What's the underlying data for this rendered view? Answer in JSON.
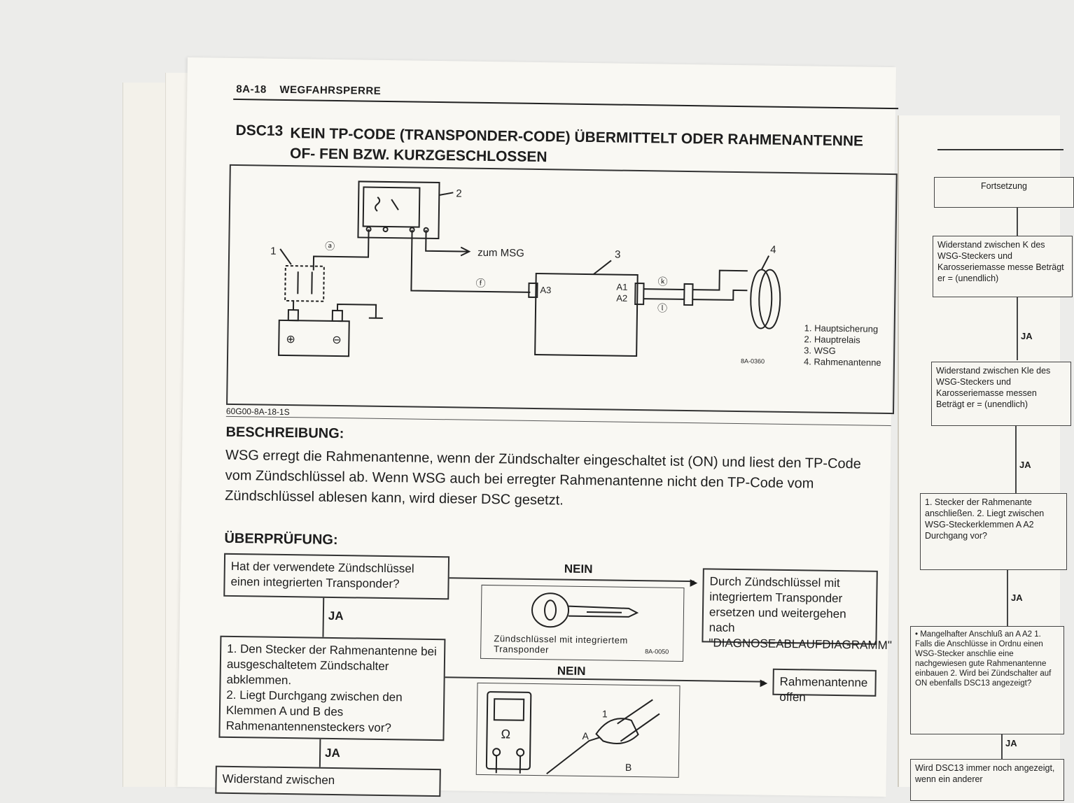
{
  "header": {
    "page_number": "8A-18",
    "section": "WEGFAHRSPERRE"
  },
  "title": {
    "code": "DSC13",
    "text": "KEIN TP-CODE (TRANSPONDER-CODE) ÜBERMITTELT ODER RAHMENANTENNE OF- FEN BZW. KURZGESCHLOSSEN"
  },
  "diagram": {
    "callouts": [
      "1",
      "2",
      "3",
      "4"
    ],
    "to_msg": "zum MSG",
    "terminals": {
      "a3": "A3",
      "a1": "A1",
      "a2": "A2"
    },
    "wire_labels": [
      "ⓐ",
      "ⓕ",
      "ⓚ",
      "ⓛ"
    ],
    "legend": [
      "1. Hauptsicherung",
      "2. Hauptrelais",
      "3. WSG",
      "4. Rahmenantenne"
    ],
    "code": "8A-0360",
    "figure_id": "60G00-8A-18-1S"
  },
  "description": {
    "heading": "BESCHREIBUNG:",
    "text": "WSG erregt die Rahmenantenne, wenn der Zündschalter eingeschaltet ist (ON) und liest den TP-Code vom Zündschlüssel ab. Wenn WSG auch bei erregter Rahmenantenne nicht den TP-Code vom Zündschlüssel ablesen kann, wird dieser DSC gesetzt."
  },
  "inspection": {
    "heading": "ÜBERPRÜFUNG:",
    "q1": "Hat der verwendete Zündschlüssel einen integrierten Transponder?",
    "no1": "NEIN",
    "yes1": "JA",
    "action1": "Durch Zündschlüssel mit integriertem Transponder ersetzen und weitergehen nach \"DIAGNOSEABLAUFDIAGRAMM\"",
    "key_caption": "Zündschlüssel mit integriertem Transponder",
    "key_code": "8A-0050",
    "q2_items": [
      "1. Den Stecker der Rahmenantenne bei ausgeschaltetem Zündschalter abklemmen.",
      "2. Liegt Durchgang zwischen den Klemmen A und B des Rahmenantennensteckers vor?"
    ],
    "no2": "NEIN",
    "yes2": "JA",
    "action2": "Rahmenantenne offen",
    "meter_symbol": "Ω",
    "conn_labels": {
      "one": "1",
      "a": "A",
      "b": "B"
    },
    "q3": "Widerstand zwischen"
  },
  "right_page": {
    "continue": "Fortsetzung",
    "box1": "Widerstand zwischen K des WSG-Steckers und Karosseriemasse messe Beträgt er = (unendlich)",
    "ja1": "JA",
    "box2": "Widerstand zwischen Kle des WSG-Steckers und Karosseriemasse messen Beträgt er = (unendlich)",
    "ja2": "JA",
    "box3": "1. Stecker der Rahmenante anschließen. 2. Liegt zwischen WSG-Steckerklemmen A A2 Durchgang vor?",
    "ja3": "JA",
    "box4": "• Mangelhafter Anschluß an A A2 1. Falls die Anschlüsse in Ordnu einen WSG-Stecker anschlie eine nachgewiesen gute Rahmenantenne einbauen 2. Wird bei Zündschalter auf ON ebenfalls DSC13 angezeigt?",
    "ja4": "JA",
    "box5": "Wird DSC13 immer noch angezeigt, wenn ein anderer"
  }
}
